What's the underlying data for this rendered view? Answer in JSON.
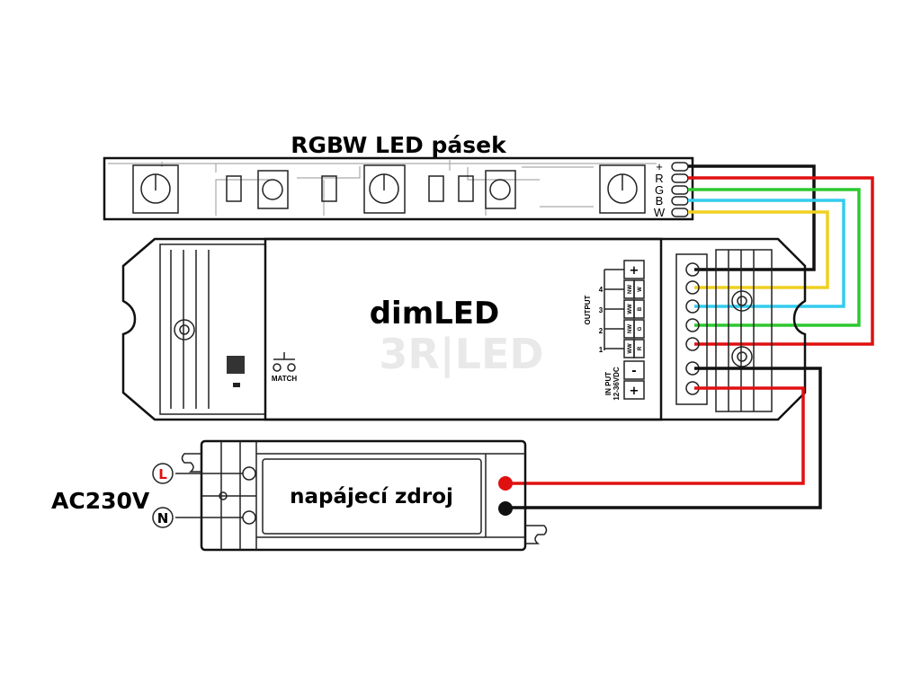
{
  "strip": {
    "title": "RGBW LED pásek",
    "pins": [
      "+",
      "R",
      "G",
      "B",
      "W"
    ]
  },
  "controller": {
    "name": "dimLED",
    "watermark": "3R|LED",
    "match_label": "MATCH",
    "output_label": "OUTPUT",
    "input_label": "IN PUT",
    "input_voltage": "12-36VDC",
    "plus_label": "+",
    "minus_label": "-",
    "channels": [
      {
        "num": "4",
        "a": "NW",
        "b": "W"
      },
      {
        "num": "3",
        "a": "WW",
        "b": "B"
      },
      {
        "num": "2",
        "a": "NW",
        "b": "G"
      },
      {
        "num": "1",
        "a": "WW",
        "b": "R"
      }
    ]
  },
  "psu": {
    "name": "napájecí zdroj",
    "mains": "AC230V",
    "live": "L",
    "neutral": "N"
  },
  "colors": {
    "red": "#e01010",
    "green": "#2ec82e",
    "blue": "#33ccee",
    "yellow": "#f0d020",
    "black": "#111111",
    "watermark_gray": "#e4e4e4",
    "watermark_red": "#f6dcdc"
  }
}
